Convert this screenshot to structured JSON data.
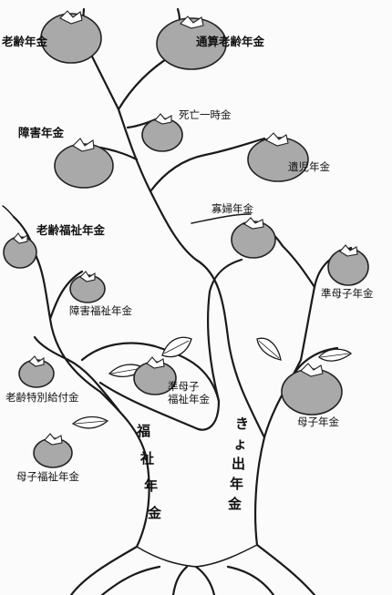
{
  "fruits": [
    {
      "id": "roureki-top-left",
      "label": "老齢年金"
    },
    {
      "id": "tsusan-roureki",
      "label": "通算老齢年金"
    },
    {
      "id": "shibou-ichiji",
      "label": "死亡一時金"
    },
    {
      "id": "shougai",
      "label": "障害年金"
    },
    {
      "id": "iji",
      "label": "遺児年金"
    },
    {
      "id": "kafu",
      "label": "寡婦年金"
    },
    {
      "id": "roureki-fukushi",
      "label": "老齢福祉年金"
    },
    {
      "id": "jun-boshi",
      "label": "準母子年金"
    },
    {
      "id": "shougai-fukushi",
      "label": "障害福祉年金"
    },
    {
      "id": "roureki-tokubetsu",
      "label": "老齢特別給付金"
    },
    {
      "id": "jun-boshi-fukushi",
      "label": "準母子\n福祉年金"
    },
    {
      "id": "boshi",
      "label": "母子年金"
    },
    {
      "id": "boshi-fukushi",
      "label": "母子福祉年金"
    }
  ],
  "trunk_labels": {
    "left": "福祉年金",
    "right": "きょ出年金"
  }
}
